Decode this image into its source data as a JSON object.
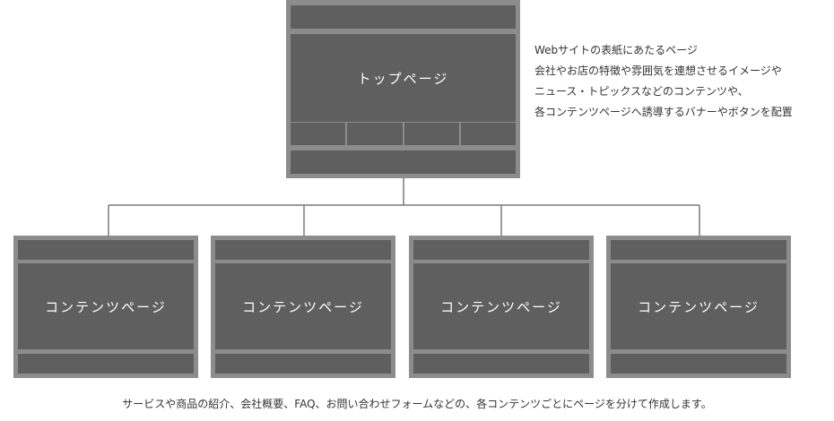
{
  "top_page": {
    "label": "トップページ"
  },
  "description": {
    "lines": [
      "Webサイトの表紙にあたるページ",
      "会社やお店の特徴や雰囲気を連想させるイメージや",
      "ニュース・トピックスなどのコンテンツや、",
      "各コンテンツページへ誘導するバナーやボタンを配置"
    ]
  },
  "content_pages": [
    {
      "label": "コンテンツページ"
    },
    {
      "label": "コンテンツページ"
    },
    {
      "label": "コンテンツページ"
    },
    {
      "label": "コンテンツページ"
    }
  ],
  "footer_note": "サービスや商品の紹介、会社概要、FAQ、お問い合わせフォームなどの、各コンテンツごとにページを分けて作成します。",
  "colors": {
    "frame": "#8c8c8c",
    "block": "#5f5f5f",
    "line": "#7a7a7a",
    "text": "#333333"
  }
}
